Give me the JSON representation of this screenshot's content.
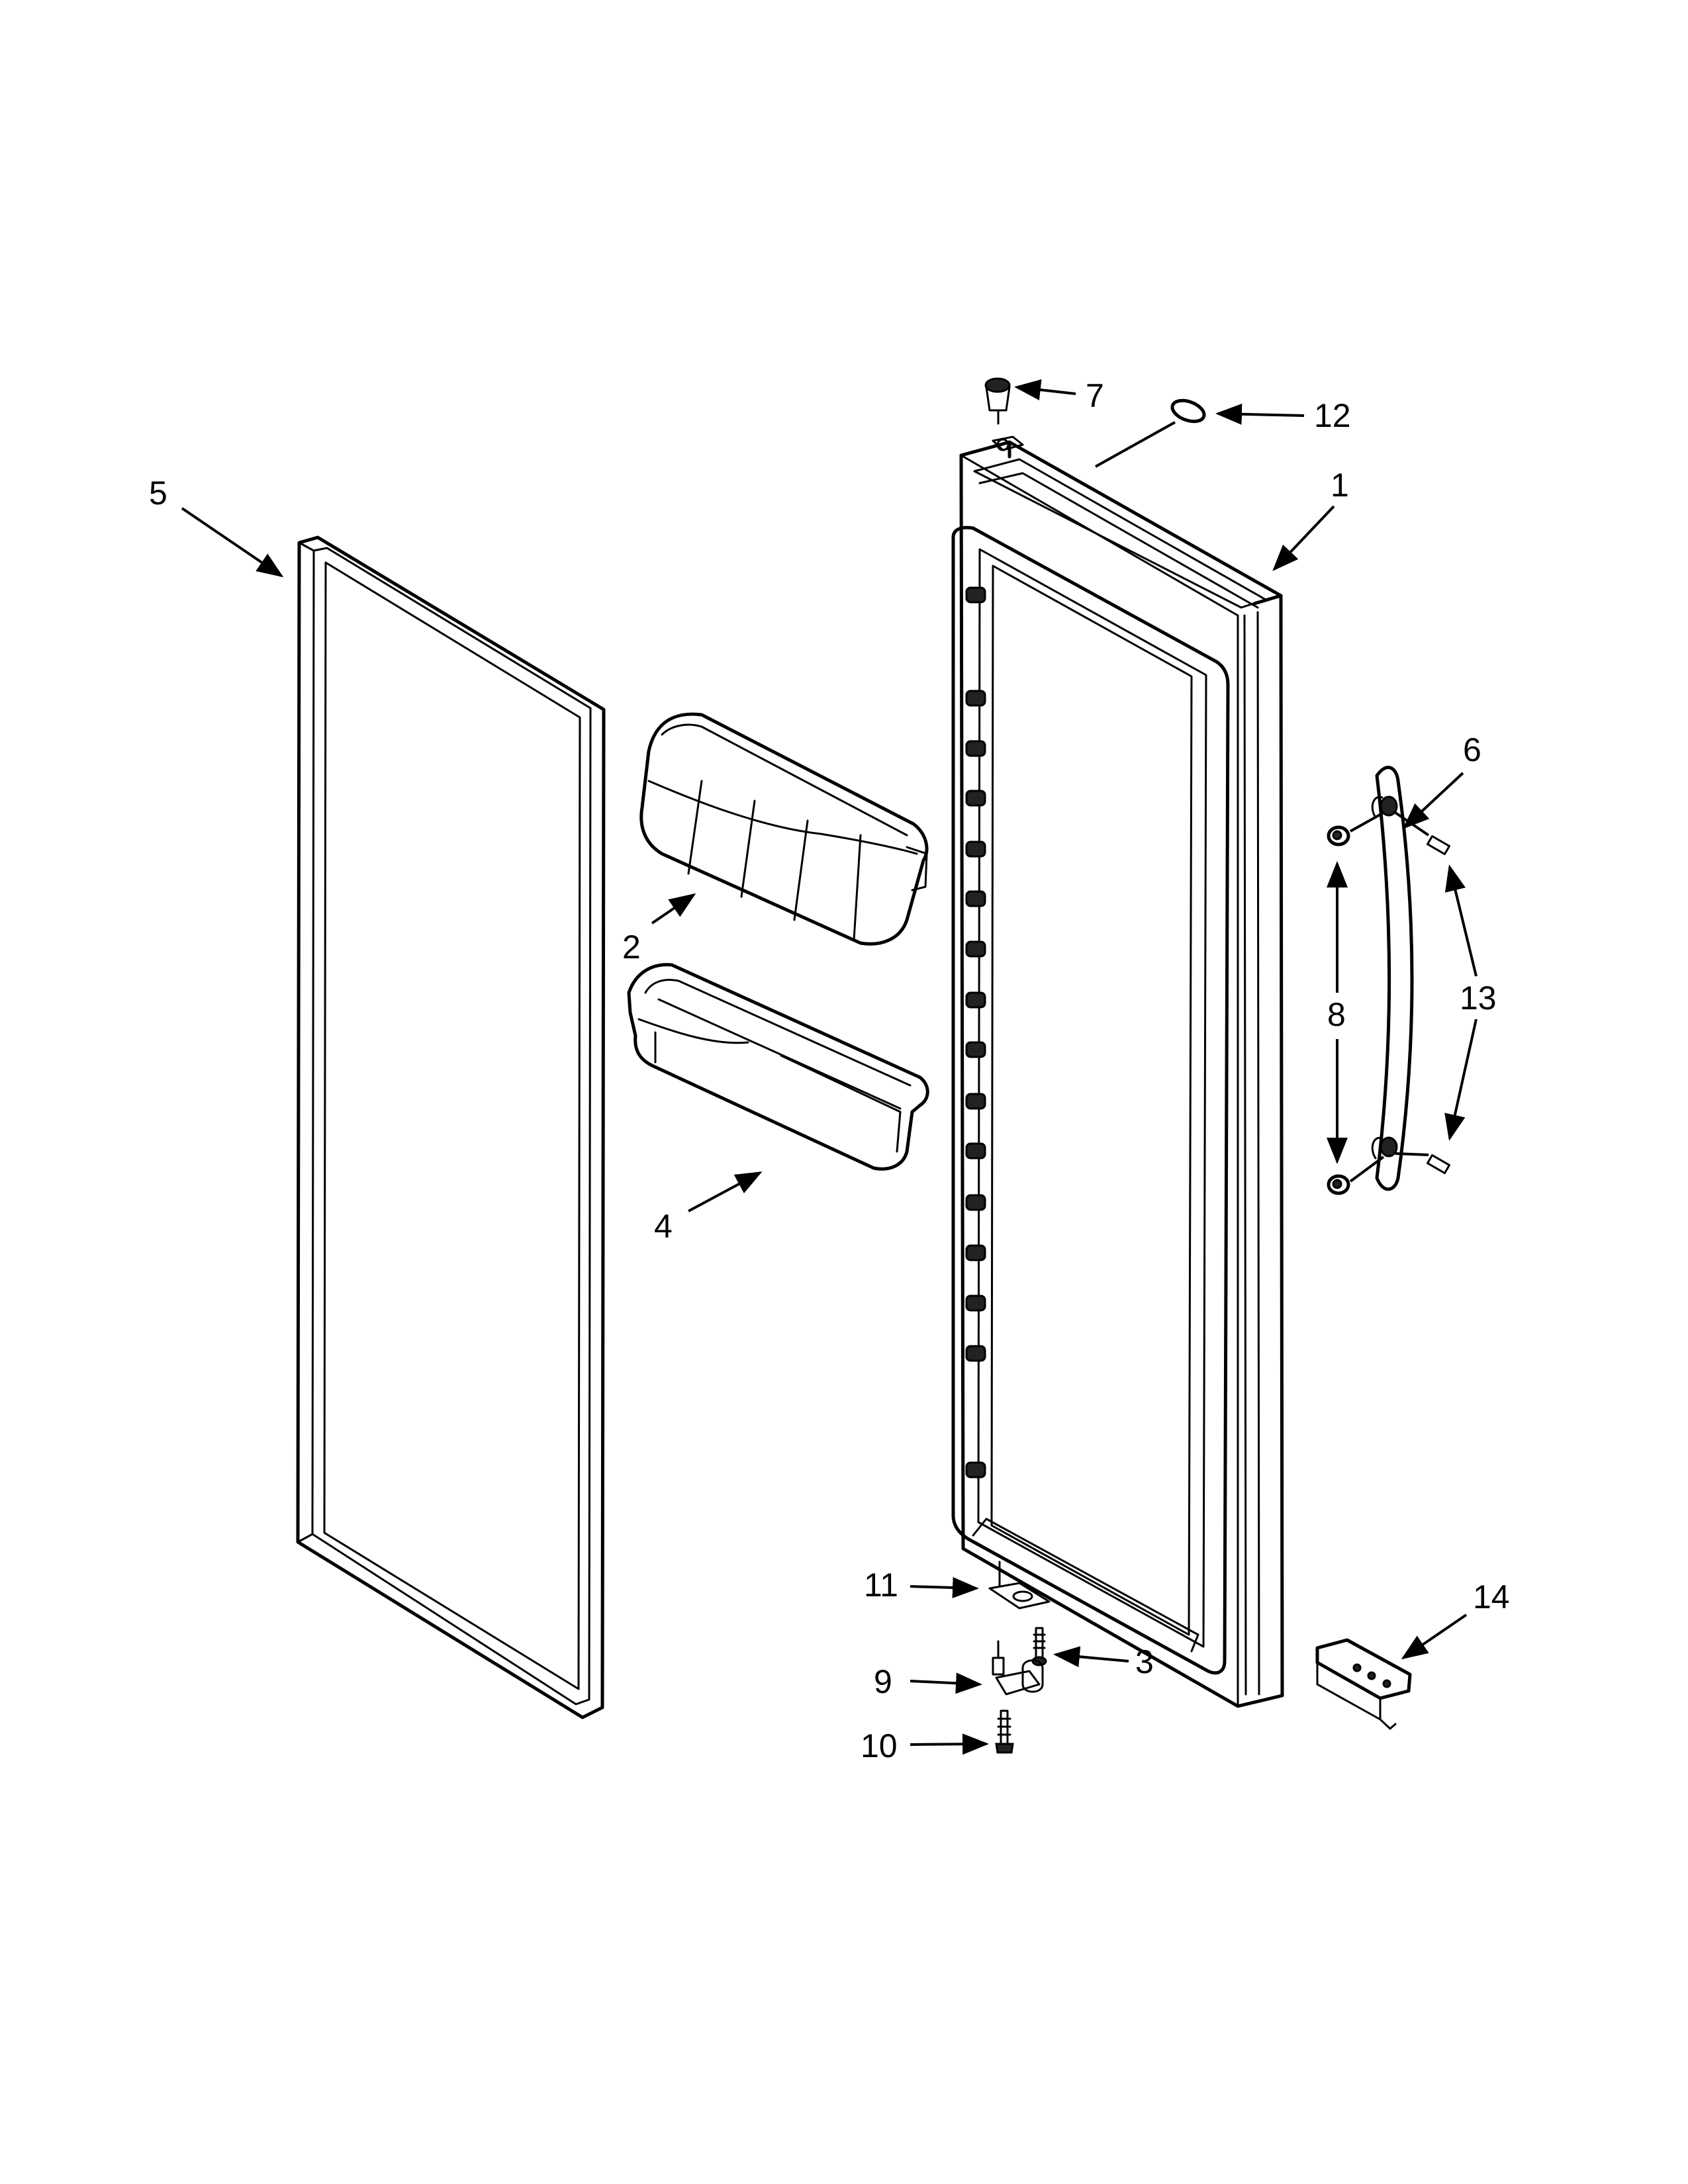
{
  "diagram": {
    "type": "exploded parts diagram",
    "callouts": [
      {
        "id": "c1",
        "label": "1",
        "part": "door"
      },
      {
        "id": "c2",
        "label": "2",
        "part": "door-bin-upper"
      },
      {
        "id": "c3",
        "label": "3",
        "part": "screw-hinge-bottom"
      },
      {
        "id": "c4",
        "label": "4",
        "part": "door-bin-lower"
      },
      {
        "id": "c5",
        "label": "5",
        "part": "door-gasket"
      },
      {
        "id": "c6",
        "label": "6",
        "part": "door-handle"
      },
      {
        "id": "c7",
        "label": "7",
        "part": "door-closure-top"
      },
      {
        "id": "c8",
        "label": "8",
        "part": "handle-spacers"
      },
      {
        "id": "c9",
        "label": "9",
        "part": "hinge-pin-bottom"
      },
      {
        "id": "c10",
        "label": "10",
        "part": "hinge-screw"
      },
      {
        "id": "c11",
        "label": "11",
        "part": "hinge-shim"
      },
      {
        "id": "c12",
        "label": "12",
        "part": "washer"
      },
      {
        "id": "c13",
        "label": "13",
        "part": "handle-screws"
      },
      {
        "id": "c14",
        "label": "14",
        "part": "toe-grille-bracket"
      }
    ]
  }
}
